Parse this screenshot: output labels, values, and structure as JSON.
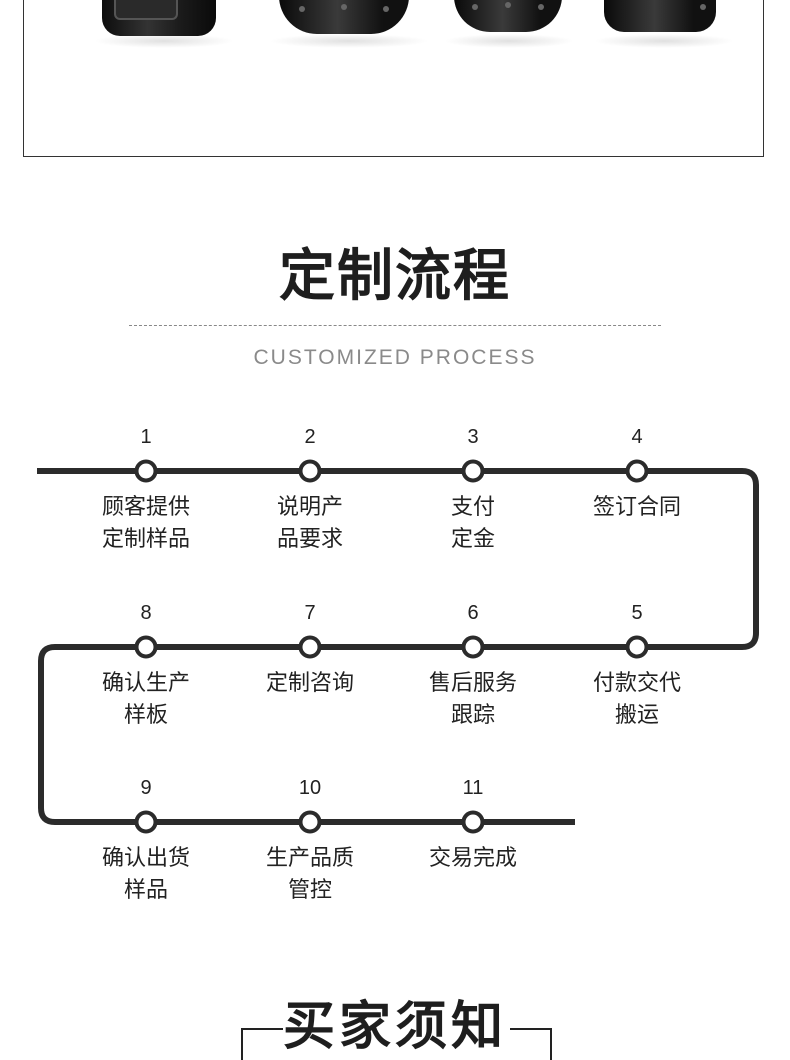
{
  "section": {
    "title": "定制流程",
    "subtitle": "CUSTOMIZED PROCESS"
  },
  "steps": [
    {
      "num": "1",
      "line1": "顾客提供",
      "line2": "定制样品"
    },
    {
      "num": "2",
      "line1": "说明产",
      "line2": "品要求"
    },
    {
      "num": "3",
      "line1": "支付",
      "line2": "定金"
    },
    {
      "num": "4",
      "line1": "签订合同",
      "line2": ""
    },
    {
      "num": "5",
      "line1": "付款交代",
      "line2": "搬运"
    },
    {
      "num": "6",
      "line1": "售后服务",
      "line2": "跟踪"
    },
    {
      "num": "7",
      "line1": "定制咨询",
      "line2": ""
    },
    {
      "num": "8",
      "line1": "确认生产",
      "line2": "样板"
    },
    {
      "num": "9",
      "line1": "确认出货",
      "line2": "样品"
    },
    {
      "num": "10",
      "line1": "生产品质",
      "line2": "管控"
    },
    {
      "num": "11",
      "line1": "交易完成",
      "line2": ""
    }
  ],
  "next_section": {
    "title": "买家须知"
  },
  "colors": {
    "line": "#2b2b2b",
    "text": "#222222",
    "subtitle": "#8a8a8a"
  }
}
